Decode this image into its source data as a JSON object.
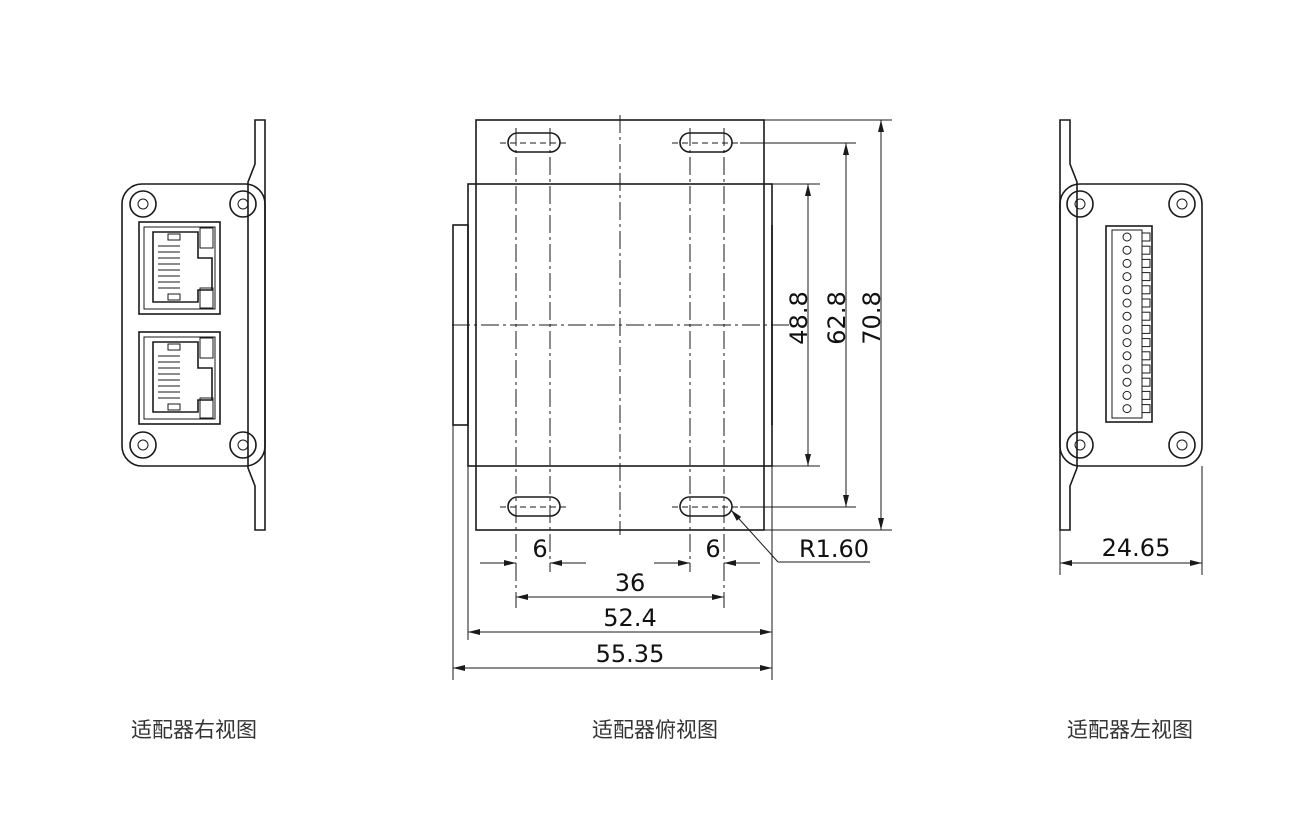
{
  "views": {
    "right_caption": "适配器右视图",
    "top_caption": "适配器俯视图",
    "left_caption": "适配器左视图"
  },
  "dimensions": {
    "slot_width_left": "6",
    "slot_width_right": "6",
    "slot_spacing": "36",
    "inner_width": "52.4",
    "overall_width": "55.35",
    "height_inner": "48.8",
    "height_slots": "62.8",
    "height_overall": "70.8",
    "slot_radius": "R1.60",
    "side_depth": "24.65"
  }
}
